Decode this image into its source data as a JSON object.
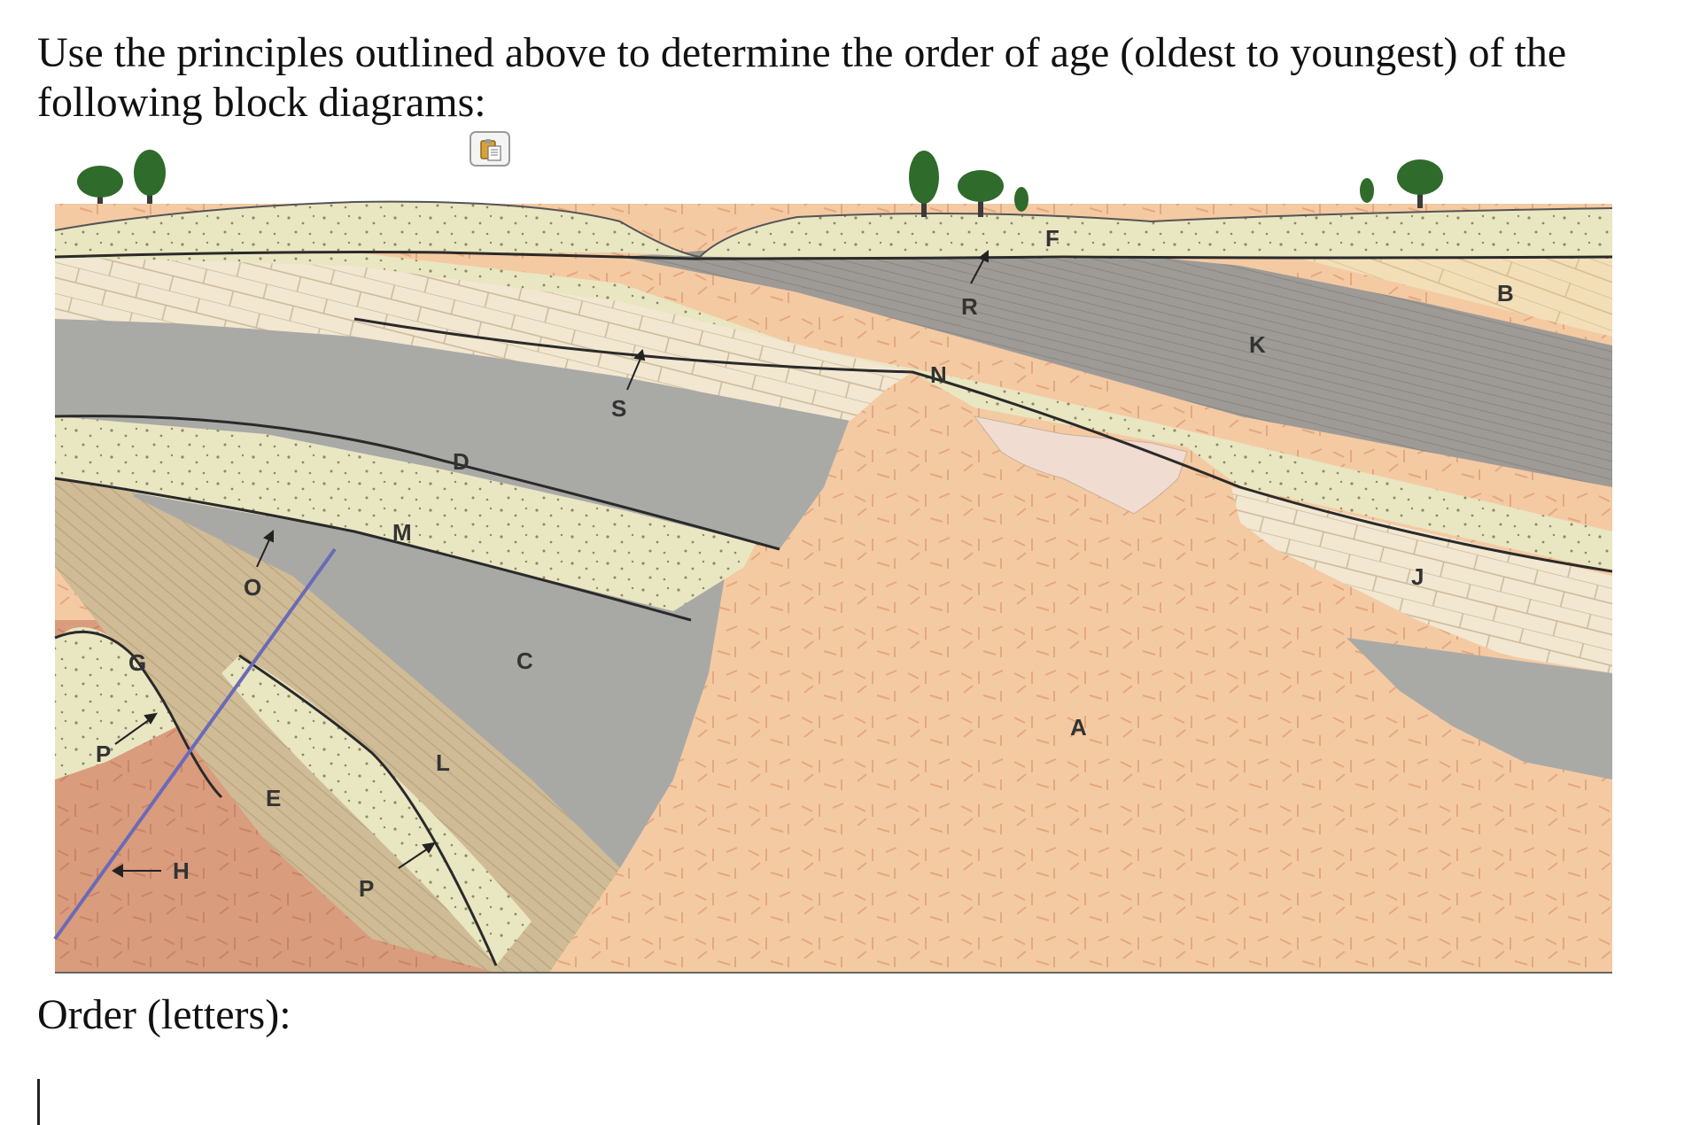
{
  "prompt": {
    "text": "Use the principles outlined above to determine the order of age (oldest to youngest) of the following block diagrams:"
  },
  "paste_icon": {
    "icon": "clipboard-icon"
  },
  "diagram": {
    "labels": {
      "A": "A",
      "B": "B",
      "C": "C",
      "D": "D",
      "E": "E",
      "F": "F",
      "G": "G",
      "H": "H",
      "J": "J",
      "K": "K",
      "L": "L",
      "M": "M",
      "N": "N",
      "O": "O",
      "P1": "P",
      "P2": "P",
      "R": "R",
      "S": "S"
    },
    "colors": {
      "granite": "#f3c9a2",
      "basement": "#d99b7c",
      "conglomerate": "#e8e4bc",
      "limestone": "#f1e6cf",
      "shale_gray": "#a9aaa6",
      "sandstone": "#cdb994",
      "dark_shale": "#9b9893",
      "fault": "#6a6ab8",
      "tree": "#2f6b2a"
    }
  },
  "answer": {
    "label": "Order (letters):",
    "value": ""
  }
}
